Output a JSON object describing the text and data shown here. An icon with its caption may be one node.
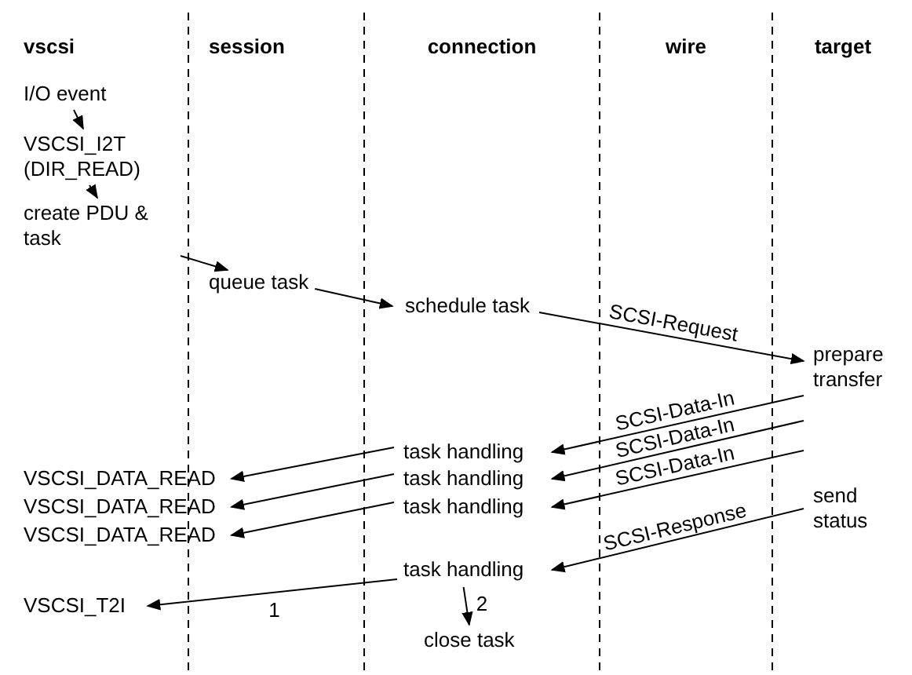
{
  "diagram": {
    "nodes": [
      {
        "text": [
          "I/O event"
        ]
      },
      {
        "text": [
          "VSCSI_I2T (DIR_READ)"
        ]
      },
      {
        "text": [
          "create PDU & task"
        ]
      },
      {
        "text": [
          "queue task"
        ]
      },
      {
        "text": [
          "schedule task"
        ]
      },
      {
        "text": [
          "prepare transfer"
        ]
      },
      {
        "text": [
          "task handling"
        ]
      },
      {
        "text": [
          "task handling"
        ]
      },
      {
        "text": [
          "task handling"
        ]
      },
      {
        "text": [
          "VSCSI_DATA_READ"
        ]
      },
      {
        "text": [
          "VSCSI_DATA_READ"
        ]
      },
      {
        "text": [
          "VSCSI_DATA_READ"
        ]
      },
      {
        "text": [
          "send status"
        ]
      },
      {
        "text": [
          "task handling"
        ]
      },
      {
        "text": [
          "VSCSI_T2I"
        ]
      },
      {
        "text": [
          "close task"
        ]
      }
    ],
    "edges": [
      {
        "from": 0,
        "to": 1,
        "arrow": "to"
      },
      {
        "from": 1,
        "to": 2,
        "arrow": "to"
      },
      {
        "from": 2,
        "to": 3,
        "arrow": "to"
      },
      {
        "from": 3,
        "to": 4,
        "arrow": "to"
      },
      {
        "from": 4,
        "to": 5,
        "arrow": "to",
        "label": "SCSI-Request"
      },
      {
        "from": 5,
        "to": 6,
        "arrow": "to",
        "label": "SCSI-Data-In"
      },
      {
        "from": null,
        "to": 7,
        "arrow": "to",
        "label": "SCSI-Data-In"
      },
      {
        "from": null,
        "to": 8,
        "arrow": "to",
        "label": "SCSI-Data-In"
      },
      {
        "from": 6,
        "to": 9,
        "arrow": "to"
      },
      {
        "from": 7,
        "to": 10,
        "arrow": "to"
      },
      {
        "from": 8,
        "to": 11,
        "arrow": "to"
      },
      {
        "from": 12,
        "to": 13,
        "arrow": "to",
        "label": "SCSI-Response"
      },
      {
        "from": 13,
        "to": 14,
        "arrow": "to",
        "label": "1"
      },
      {
        "from": 13,
        "to": 15,
        "arrow": "to",
        "label": "2"
      }
    ],
    "labels": [
      "vscsi",
      "session",
      "connection",
      "wire",
      "target"
    ]
  }
}
